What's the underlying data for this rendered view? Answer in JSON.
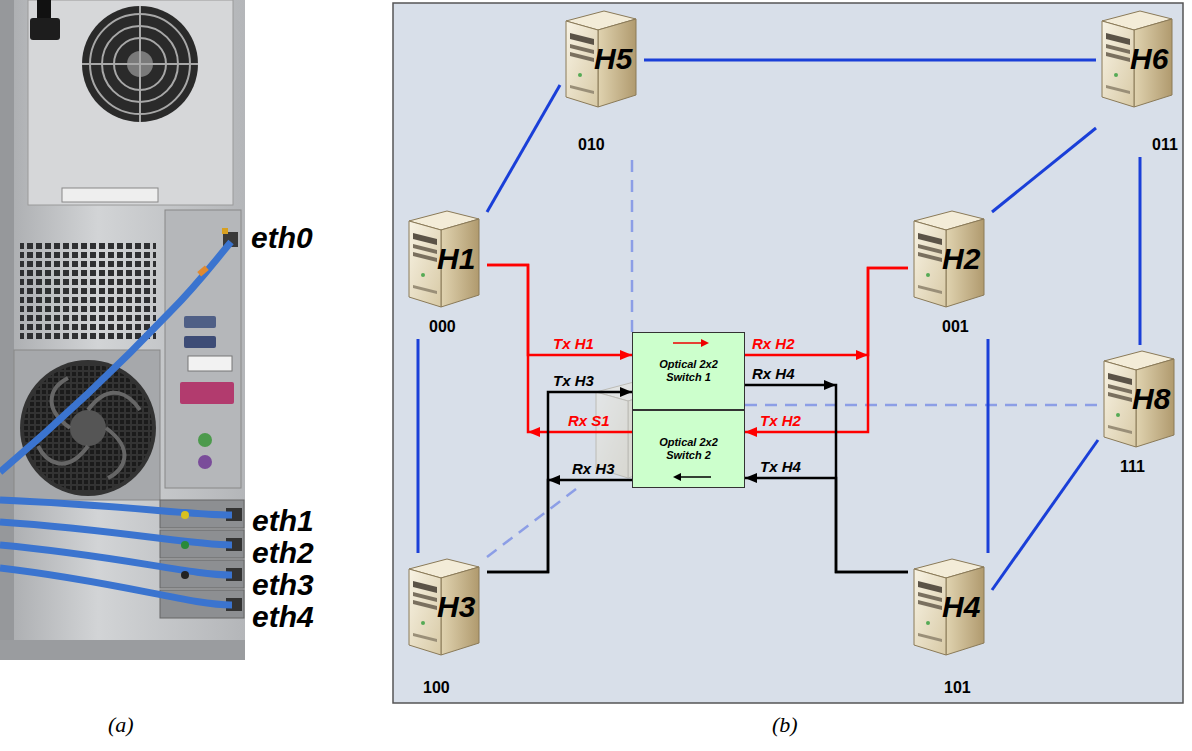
{
  "diagram": {
    "nodes": [
      {
        "text": [
          "H5",
          "010"
        ]
      },
      {
        "text": [
          "H6",
          "011"
        ]
      },
      {
        "text": [
          "H1",
          "000"
        ]
      },
      {
        "text": [
          "H2",
          "001"
        ]
      },
      {
        "text": [
          "Optical 2x2 Switch 1"
        ]
      },
      {
        "text": [
          "Optical 2x2 Switch 2"
        ]
      },
      {
        "text": [
          "H8",
          "111"
        ]
      },
      {
        "text": [
          "H3",
          "100"
        ]
      },
      {
        "text": [
          "H4",
          "101"
        ]
      }
    ],
    "edges": [
      {
        "from": 2,
        "to": 0,
        "arrow": "none"
      },
      {
        "from": 0,
        "to": 1,
        "arrow": "none"
      },
      {
        "from": 3,
        "to": 1,
        "arrow": "none"
      },
      {
        "from": 1,
        "to": 6,
        "arrow": "none"
      },
      {
        "from": 3,
        "to": 8,
        "arrow": "none"
      },
      {
        "from": 6,
        "to": 8,
        "arrow": "none"
      },
      {
        "from": 2,
        "to": 7,
        "arrow": "none"
      },
      {
        "from": 2,
        "to": 4,
        "label": "Tx H1",
        "arrow": "to"
      },
      {
        "from": 4,
        "to": 3,
        "label": "Rx H2",
        "arrow": "to"
      },
      {
        "from": 3,
        "to": 5,
        "label": "Tx H2",
        "arrow": "to"
      },
      {
        "from": 5,
        "to": 2,
        "label": "Rx S1",
        "arrow": "to"
      },
      {
        "from": 7,
        "to": 4,
        "label": "Tx H3",
        "arrow": "to"
      },
      {
        "from": 4,
        "to": 8,
        "label": "Rx H4",
        "arrow": "to"
      },
      {
        "from": 8,
        "to": 5,
        "label": "Tx H4",
        "arrow": "to"
      },
      {
        "from": 5,
        "to": 7,
        "label": "Rx H3",
        "arrow": "to"
      }
    ],
    "labels": [
      "eth0",
      "eth1",
      "eth2",
      "eth3",
      "eth4",
      "(a)",
      "(b)"
    ]
  }
}
